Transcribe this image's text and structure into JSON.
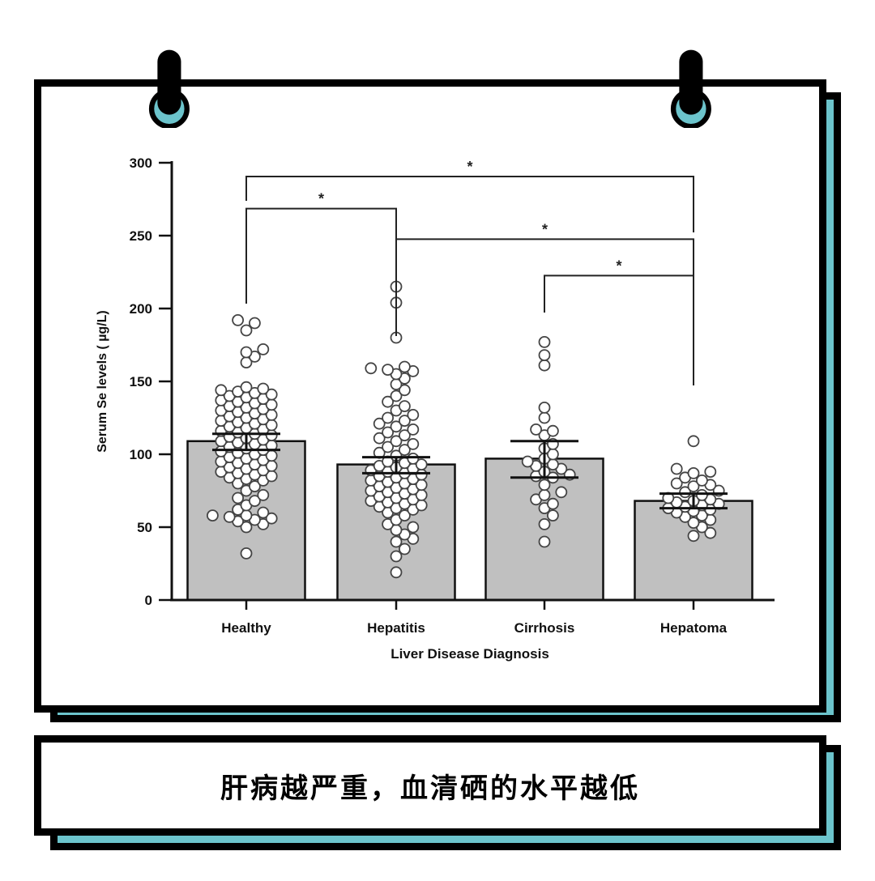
{
  "theme": {
    "accent": "#6cc4cc",
    "border": "#000000",
    "bar_fill": "#c0c0c0",
    "background": "#ffffff"
  },
  "caption": {
    "text": "肝病越严重，血清硒的水平越低"
  },
  "chart_data": {
    "type": "bar",
    "title": "",
    "xlabel": "Liver Disease Diagnosis",
    "ylabel": "Serum Se levels ( µg/L)",
    "ylim": [
      0,
      300
    ],
    "yticks": [
      0,
      50,
      100,
      150,
      200,
      250,
      300
    ],
    "grid": false,
    "legend": null,
    "categories": [
      "Healthy",
      "Hepatitis",
      "Cirrhosis",
      "Hepatoma"
    ],
    "values": [
      109,
      93,
      97,
      68
    ],
    "error_bars": [
      {
        "low": 103,
        "high": 114
      },
      {
        "low": 87,
        "high": 98
      },
      {
        "low": 84,
        "high": 109
      },
      {
        "low": 63,
        "high": 73
      }
    ],
    "points_overlay": "individual data points (open circles) per group",
    "points": {
      "Healthy": [
        192,
        190,
        185,
        172,
        170,
        167,
        163,
        146,
        145,
        144,
        143,
        142,
        141,
        140,
        139,
        138,
        137,
        136,
        135,
        134,
        133,
        132,
        131,
        130,
        129,
        128,
        127,
        126,
        125,
        124,
        123,
        122,
        121,
        120,
        119,
        118,
        117,
        116,
        115,
        114,
        113,
        112,
        111,
        110,
        109,
        108,
        107,
        106,
        105,
        104,
        103,
        102,
        101,
        100,
        99,
        98,
        97,
        96,
        95,
        94,
        93,
        92,
        91,
        90,
        89,
        88,
        87,
        86,
        85,
        84,
        83,
        82,
        80,
        78,
        75,
        72,
        70,
        68,
        65,
        62,
        60,
        58,
        58,
        57,
        56,
        55,
        54,
        52,
        50,
        32
      ],
      "Hepatitis": [
        215,
        204,
        180,
        160,
        159,
        158,
        157,
        155,
        152,
        148,
        144,
        140,
        136,
        133,
        130,
        127,
        125,
        123,
        121,
        119,
        117,
        115,
        113,
        111,
        109,
        107,
        105,
        103,
        101,
        99,
        97,
        95,
        94,
        93,
        92,
        91,
        90,
        89,
        88,
        87,
        86,
        85,
        84,
        83,
        82,
        81,
        80,
        79,
        78,
        77,
        76,
        75,
        74,
        73,
        72,
        71,
        70,
        69,
        68,
        67,
        66,
        65,
        64,
        63,
        62,
        60,
        58,
        55,
        52,
        50,
        48,
        45,
        42,
        40,
        35,
        30,
        19
      ],
      "Cirrhosis": [
        177,
        168,
        161,
        132,
        125,
        117,
        116,
        113,
        107,
        104,
        100,
        97,
        95,
        93,
        92,
        90,
        88,
        86,
        85,
        84,
        79,
        74,
        72,
        69,
        66,
        63,
        58,
        52,
        40
      ],
      "Hepatoma": [
        109,
        90,
        88,
        87,
        84,
        82,
        80,
        79,
        78,
        75,
        74,
        72,
        70,
        69,
        68,
        67,
        66,
        65,
        64,
        63,
        62,
        61,
        60,
        58,
        57,
        55,
        53,
        50,
        46,
        44
      ]
    },
    "significance": [
      {
        "from": "Healthy",
        "to": "Hepatoma",
        "label": "*",
        "y": 290
      },
      {
        "from": "Healthy",
        "to": "Hepatitis",
        "label": "*",
        "y": 268
      },
      {
        "from": "Hepatitis",
        "to": "Hepatoma",
        "label": "*",
        "y": 247
      },
      {
        "from": "Cirrhosis",
        "to": "Hepatoma",
        "label": "*",
        "y": 222
      }
    ]
  }
}
